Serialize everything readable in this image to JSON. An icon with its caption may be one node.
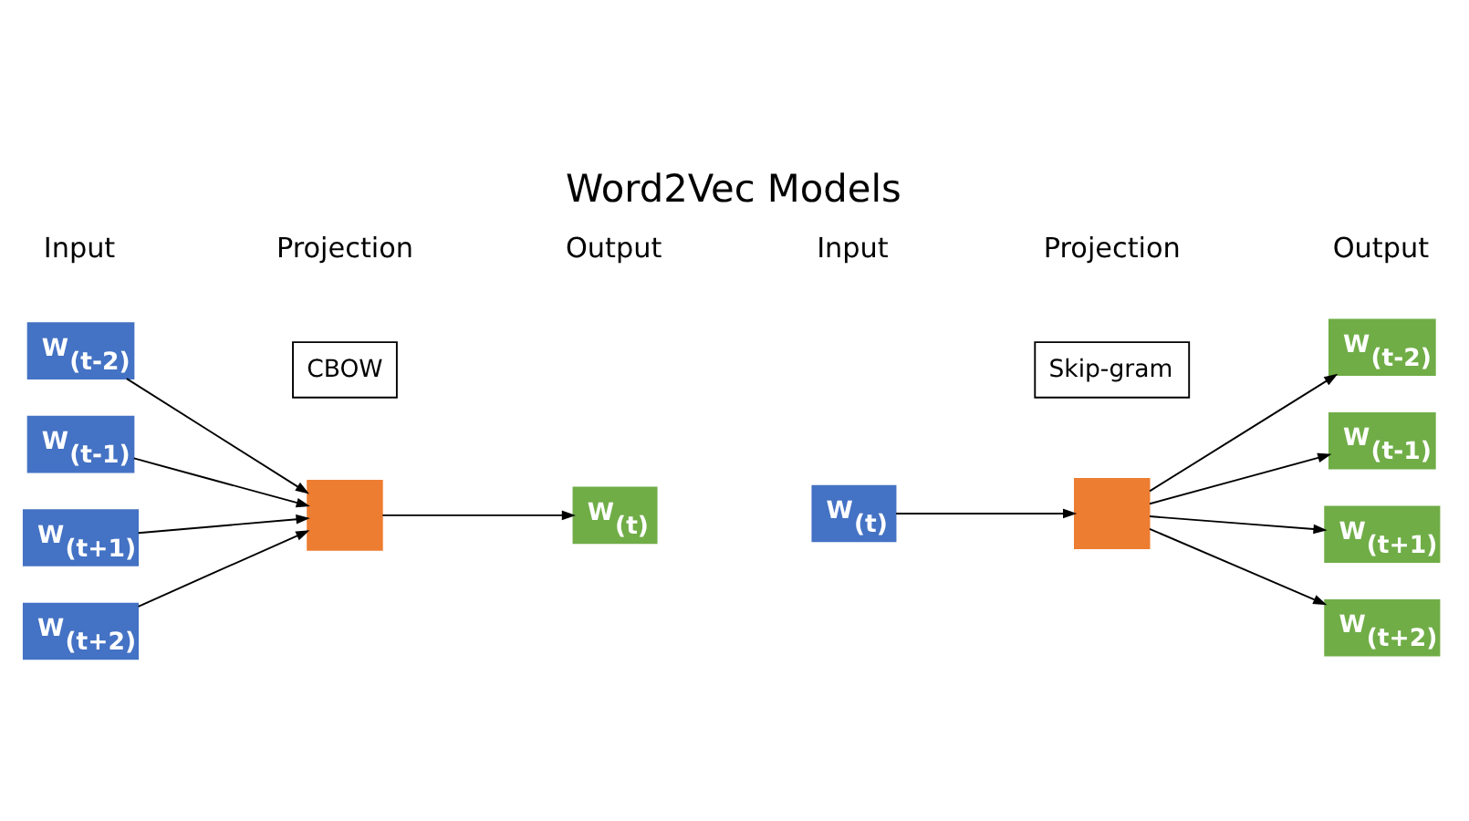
{
  "diagram": {
    "title": "Word2Vec Models",
    "nodes": [
      {
        "text": [
          "W$_{(t-2)}$"
        ]
      },
      {
        "text": [
          "W$_{(t-1)}$"
        ]
      },
      {
        "text": [
          "W$_{(t+1)}$"
        ]
      },
      {
        "text": [
          "W$_{(t+2)}$"
        ]
      },
      {
        "text": [],
        "shape": "box"
      },
      {
        "text": [
          "W$_{(t)}$"
        ]
      },
      {
        "text": [
          "CBOW"
        ]
      },
      {
        "text": [
          "W$_{(t)}$"
        ]
      },
      {
        "text": [],
        "shape": "box"
      },
      {
        "text": [
          "W$_{(t-2)}$"
        ]
      },
      {
        "text": [
          "W$_{(t-1)}$"
        ]
      },
      {
        "text": [
          "W$_{(t+1)}$"
        ]
      },
      {
        "text": [
          "W$_{(t+2)}$"
        ]
      },
      {
        "text": [
          "Skip-gram"
        ]
      }
    ],
    "edges": [
      {
        "from": 0,
        "to": 4,
        "arrow": "to"
      },
      {
        "from": 1,
        "to": 4,
        "arrow": "to"
      },
      {
        "from": 2,
        "to": 4,
        "arrow": "to"
      },
      {
        "from": 3,
        "to": 4,
        "arrow": "to"
      },
      {
        "from": 4,
        "to": 5,
        "arrow": "to"
      },
      {
        "from": 7,
        "to": 8,
        "arrow": "to"
      },
      {
        "from": 8,
        "to": 9,
        "arrow": "to"
      },
      {
        "from": 8,
        "to": 10,
        "arrow": "to"
      },
      {
        "from": 8,
        "to": 11,
        "arrow": "to"
      },
      {
        "from": 8,
        "to": 12,
        "arrow": "to"
      }
    ],
    "labels": [
      "Input",
      "Projection",
      "Output",
      "Input",
      "Projection",
      "Output"
    ]
  }
}
